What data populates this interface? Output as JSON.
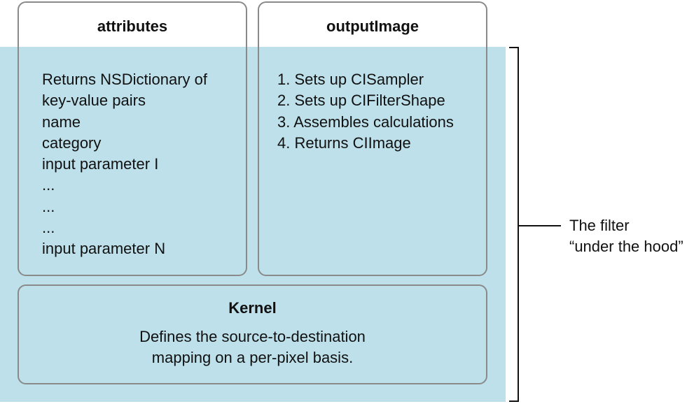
{
  "attributes_box": {
    "title": "attributes",
    "lines": [
      "Returns NSDictionary of",
      "key-value pairs",
      "name",
      "category",
      "input parameter I",
      "...",
      "...",
      "...",
      "input parameter N"
    ]
  },
  "output_box": {
    "title": "outputImage",
    "lines": [
      "1. Sets up CISampler",
      "2. Sets up CIFilterShape",
      "3. Assembles calculations",
      "4. Returns CIImage"
    ]
  },
  "kernel_box": {
    "title": "Kernel",
    "description_lines": [
      "Defines the source-to-destination",
      "mapping on a per-pixel basis."
    ]
  },
  "bracket_label": {
    "line1": "The filter",
    "line2": "“under the hood”"
  },
  "colors": {
    "backdrop": "#bde0ea",
    "box_border": "#8a8a8a",
    "text": "#111111"
  }
}
